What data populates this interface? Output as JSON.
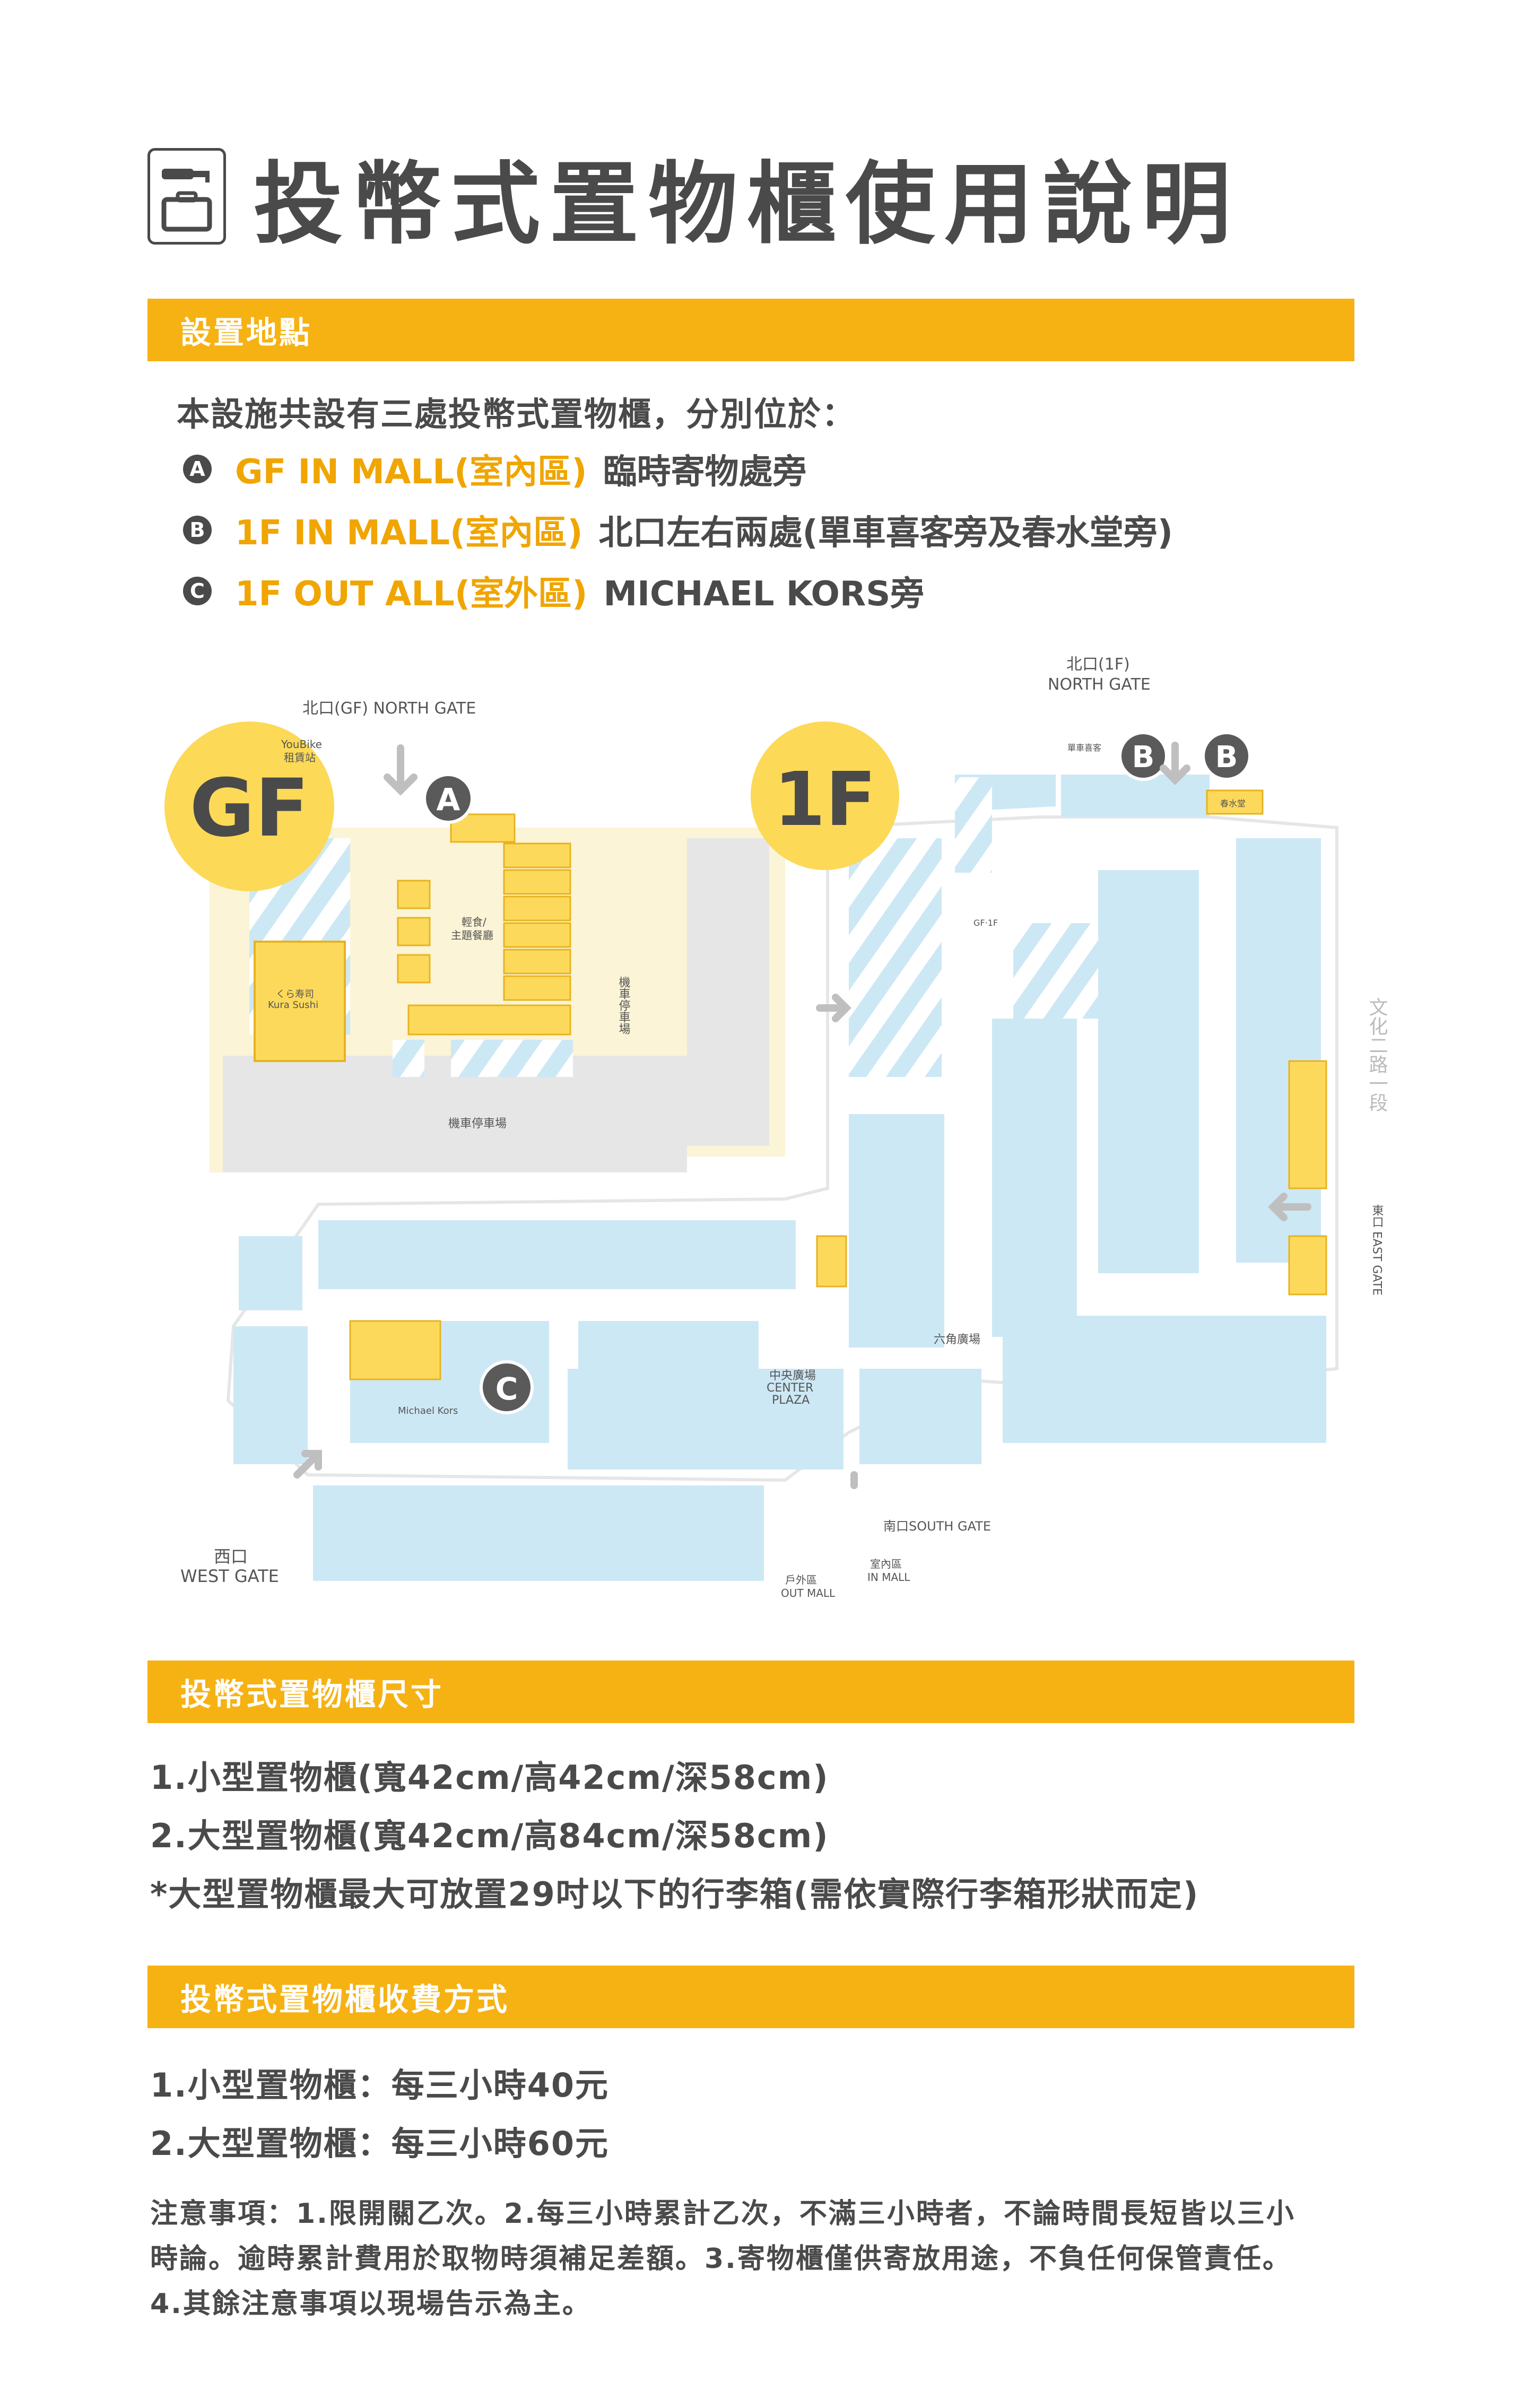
{
  "title": "投幣式置物櫃使用說明",
  "section_location": {
    "header": "設置地點",
    "intro": "本設施共設有三處投幣式置物櫃，分別位於：",
    "items": [
      {
        "badge": "A",
        "highlight": "GF IN MALL(室內區)",
        "text": "臨時寄物處旁"
      },
      {
        "badge": "B",
        "highlight": "1F IN MALL(室內區)",
        "text": "北口左右兩處(單車喜客旁及春水堂旁)"
      },
      {
        "badge": "C",
        "highlight": "1F OUT ALL(室外區)",
        "text": "MICHAEL KORS旁"
      }
    ]
  },
  "map": {
    "gf_badge": "GF",
    "f1_badge": "1F",
    "gf_north_gate": "北口(GF) NORTH GATE",
    "north_gate_1f_zh": "北口(1F)",
    "north_gate_1f_en": "NORTH GATE",
    "youbike_1": "YouBike",
    "youbike_2": "租賃站",
    "light_meal_1": "輕食/",
    "light_meal_2": "主題餐廳",
    "kura_1": "くら寿司",
    "kura_2": "Kura Sushi",
    "moto_parking": "機車停車場",
    "moto_parking_vertical": "機車停車場",
    "gf1f_label": "GF·1F",
    "bike_shop": "單車喜客",
    "tea_shop": "春水堂",
    "road_name": "文化二路一段",
    "east_gate": "東口 EAST GATE",
    "hexagon_plaza": "六角廣場",
    "center_zh": "中央廣場",
    "center_en1": "CENTER",
    "center_en2": "PLAZA",
    "michael_kors": "Michael Kors",
    "south_gate": "南口SOUTH GATE",
    "west_gate_zh": "西口",
    "west_gate_en": "WEST GATE",
    "out_mall_zh": "戶外區",
    "out_mall_en": "OUT MALL",
    "in_mall_zh": "室內區",
    "in_mall_en": "IN MALL",
    "marker_a": "A",
    "marker_b": "B",
    "marker_c": "C"
  },
  "section_size": {
    "header": "投幣式置物櫃尺寸",
    "lines": [
      "1.小型置物櫃(寬42cm/高42cm/深58cm)",
      "2.大型置物櫃(寬42cm/高84cm/深58cm)",
      "*大型置物櫃最大可放置29吋以下的行李箱(需依實際行李箱形狀而定)"
    ]
  },
  "section_fee": {
    "header": "投幣式置物櫃收費方式",
    "lines": [
      "1.小型置物櫃：每三小時40元",
      "2.大型置物櫃：每三小時60元"
    ],
    "notes": [
      "注意事項：1.限開關乙次。2.每三小時累計乙次，不滿三小時者，不論時間長短皆以三小",
      "時論。逾時累計費用於取物時須補足差額。3.寄物櫃僅供寄放用途，不負任何保管責任。",
      "4.其餘注意事項以現場告示為主。"
    ]
  },
  "colors": {
    "accent": "#f6b213",
    "shop_blue": "#cde8f5",
    "locker_yellow": "#fdd95b",
    "text": "#4a4a4a",
    "gf_area": "#fbf4d6",
    "gray": "#e6e6e6"
  }
}
